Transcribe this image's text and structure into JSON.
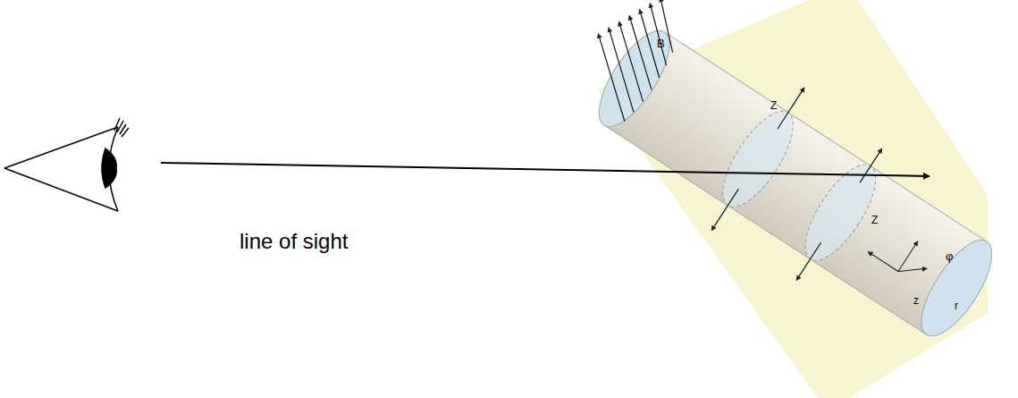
{
  "diagram": {
    "labels": [
      "line of sight",
      "B",
      "Z",
      "Z",
      "φ",
      "z",
      "r"
    ]
  }
}
